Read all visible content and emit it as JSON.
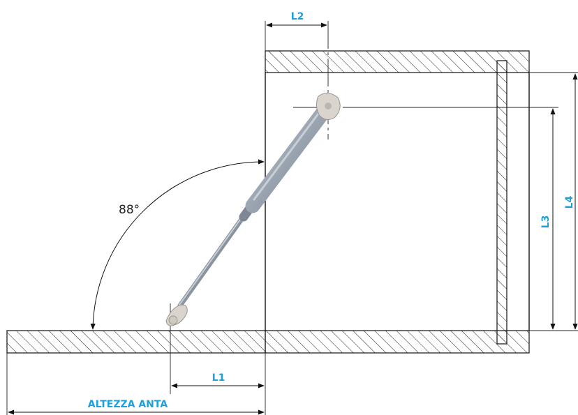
{
  "labels": {
    "l1": "L1",
    "l2": "L2",
    "l3": "L3",
    "l4": "L4",
    "altezza_anta": "ALTEZZA ANTA",
    "angle": "88°"
  },
  "colors": {
    "label": "#1ea0dc",
    "line": "#111111",
    "strut_body": "#9aa4b0",
    "strut_rod": "#a9b2bc",
    "fitting": "#d9d4ce"
  }
}
